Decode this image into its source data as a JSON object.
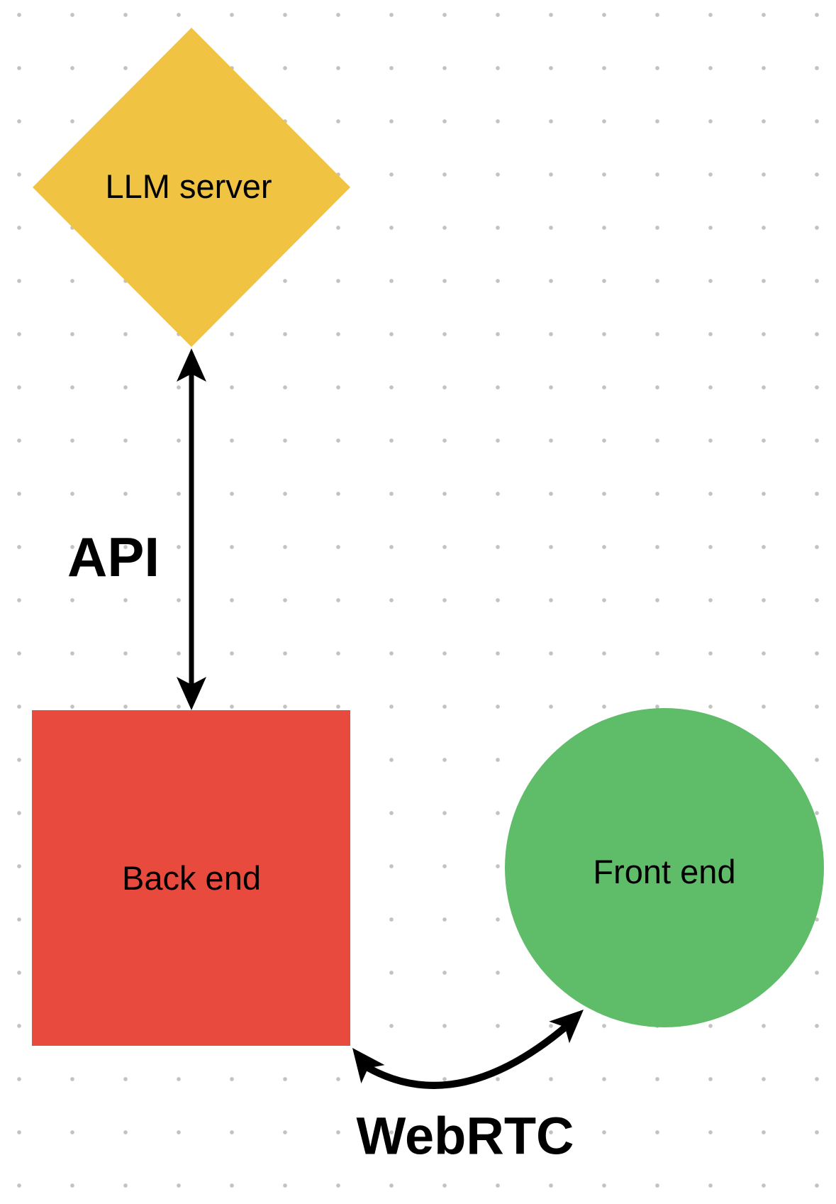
{
  "canvas": {
    "background_color": "#ffffff",
    "dot_color": "#c2c2c2"
  },
  "nodes": [
    {
      "id": "llm-server",
      "label": "LLM server",
      "shape": "diamond",
      "color": "#F0C442",
      "text_color": "#000000"
    },
    {
      "id": "back-end",
      "label": "Back end",
      "shape": "square",
      "color": "#E84A3E",
      "text_color": "#000000"
    },
    {
      "id": "front-end",
      "label": "Front end",
      "shape": "circle",
      "color": "#5FBC69",
      "text_color": "#000000"
    }
  ],
  "edges": [
    {
      "id": "api",
      "label": "API",
      "from": "llm-server",
      "to": "back-end",
      "style": "straight-double-arrow",
      "color": "#000000"
    },
    {
      "id": "webrtc",
      "label": "WebRTC",
      "from": "back-end",
      "to": "front-end",
      "style": "curved-double-arrow",
      "color": "#000000"
    }
  ]
}
